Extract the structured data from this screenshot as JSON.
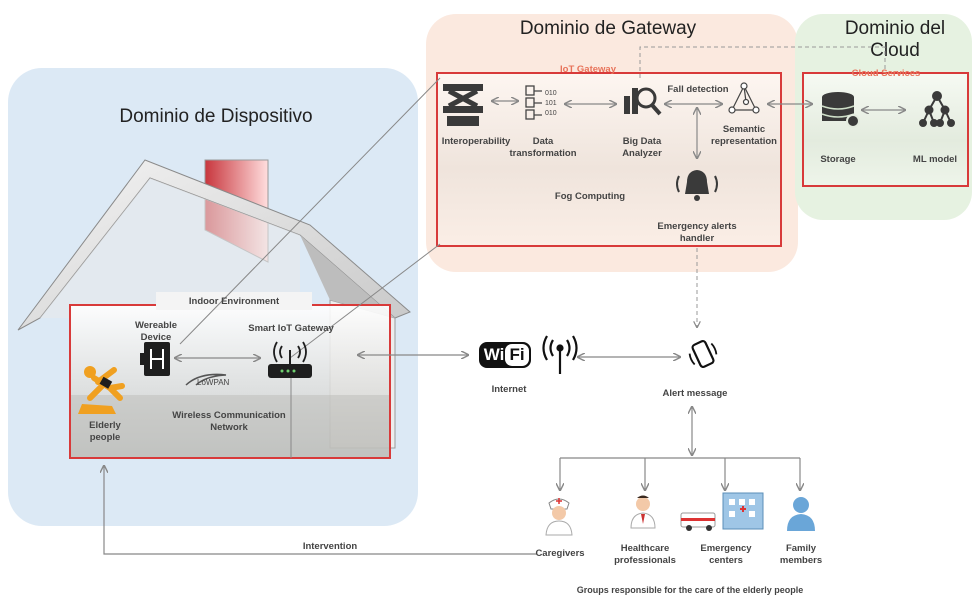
{
  "domains": {
    "device": "Dominio de Dispositivo",
    "gateway": "Dominio de Gateway",
    "cloud": "Dominio del Cloud"
  },
  "iot_gateway": {
    "title": "IoT Gateway",
    "interoperability": "Interoperability",
    "data_transformation": "Data transformation",
    "big_data_analyzer": "Big Data Analyzer",
    "fall_detection": "Fall detection",
    "semantic_representation": "Semantic representation",
    "fog_computing": "Fog Computing",
    "emergency_alerts": "Emergency alerts handler"
  },
  "cloud_services": {
    "title": "Cloud Services",
    "storage": "Storage",
    "ml_model": "ML model"
  },
  "indoor": {
    "title": "Indoor Environment",
    "wearable": "Wereable Device",
    "smart_gateway": "Smart IoT Gateway",
    "lowpan": "LoWPAN",
    "wireless": "Wireless Communication Network",
    "elderly": "Elderly people"
  },
  "network": {
    "wifi_left": "Wi",
    "wifi_right": "Fi",
    "internet": "Internet",
    "alert_message": "Alert message"
  },
  "groups": {
    "caregivers": "Caregivers",
    "healthcare": "Healthcare professionals",
    "emergency": "Emergency centers",
    "family": "Family members",
    "caption": "Groups responsible for the care of the elderly people",
    "intervention": "Intervention"
  },
  "colors": {
    "device_bg": "#dce9f5",
    "gateway_bg": "#fbe9df",
    "cloud_bg": "#e6f2e1",
    "red_frame": "#d83a3a",
    "accent_orange": "#e8735a"
  }
}
